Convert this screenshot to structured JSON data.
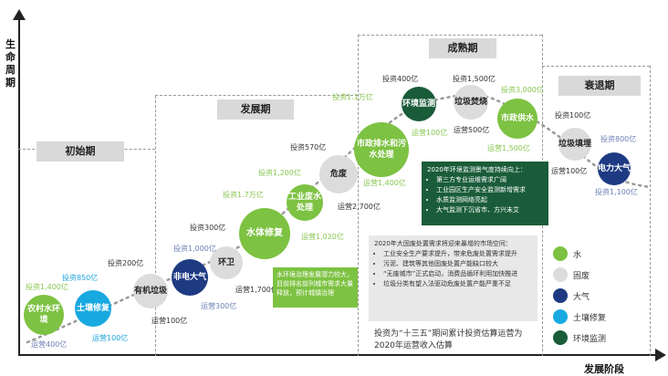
{
  "axes": {
    "y_label": "生命周期",
    "x_label": "发展阶段"
  },
  "stages": [
    {
      "label": "初始期"
    },
    {
      "label": "发展期"
    },
    {
      "label": "成熟期"
    },
    {
      "label": "衰退期"
    }
  ],
  "nodes": [
    {
      "label": "农村水环境"
    },
    {
      "label": "土壤修复"
    },
    {
      "label": "有机垃圾"
    },
    {
      "label": "非电大气"
    },
    {
      "label": "环卫"
    },
    {
      "label": "水体修复"
    },
    {
      "label": "工业废水处理"
    },
    {
      "label": "危废"
    },
    {
      "label": "市政排水和污水处理"
    },
    {
      "label": "环境监测"
    },
    {
      "label": "垃圾焚烧"
    },
    {
      "label": "市政供水"
    },
    {
      "label": "垃圾填埋"
    },
    {
      "label": "电力大气"
    }
  ],
  "labels": {
    "n1_inv": "投资1,400亿",
    "n1_op": "运营400亿",
    "n2_inv": "投资850亿",
    "n2_op": "运营100亿",
    "n3_inv": "投资200亿",
    "n3_op": "运营100亿",
    "n4_inv": "投资1,000亿",
    "n4_op": "运营300亿",
    "n5_inv": "投资300亿",
    "n5_op": "运营1,700亿",
    "n6_inv": "投资1.7万亿",
    "n6_op": "运营1,020亿",
    "n7_inv": "投资1,200亿",
    "n8_inv": "投资570亿",
    "n8_op": "运营2,700亿",
    "n9_inv": "投资1.1万亿",
    "n9_op": "运营1,400亿",
    "n10_inv": "投资400亿",
    "n10_op": "运营100亿",
    "n11_inv": "投资1,500亿",
    "n11_op": "运营500亿",
    "n12_inv": "投资3,000亿",
    "n12_op": "运营1,500亿",
    "n13_inv": "投资100亿",
    "n13_op": "运营100亿",
    "n14_inv": "投资800亿",
    "n14_op": "投资1,100亿"
  },
  "box_monitor": {
    "title": "2020年环境监测景气度持续向上：",
    "items": [
      "第三方专业运维需求广阔",
      "工业园区生产安全监测新增需求",
      "水质监测网络亮起",
      "大气监测下沉省市、方兴未艾"
    ]
  },
  "box_hazard": {
    "title": "2020年大固废处置需求将迎来暴增的市场空间：",
    "items": [
      "工业安全生产要求提升，带来危废处置需求提升",
      "污泥、建筑等其他固废处置产能缺口较大",
      "“无废城市”正式启动，消费品循环利用加快推进",
      "垃圾分类有望入法驱动危废处置产能严重不足"
    ]
  },
  "box_water": "水环境治理发展潜力较大，目前排名前列城市需求大量释放，预计城镇治理",
  "estimate": "投资为“十三五”期间累计投资估算运营为2020年运营收入估算",
  "legend": [
    {
      "label": "水",
      "color": "#7dc242"
    },
    {
      "label": "固废",
      "color": "#dcdcdc"
    },
    {
      "label": "大气",
      "color": "#1d3a83"
    },
    {
      "label": "土壤修复",
      "color": "#19a9e1"
    },
    {
      "label": "环境监测",
      "color": "#1a5c3a"
    }
  ]
}
